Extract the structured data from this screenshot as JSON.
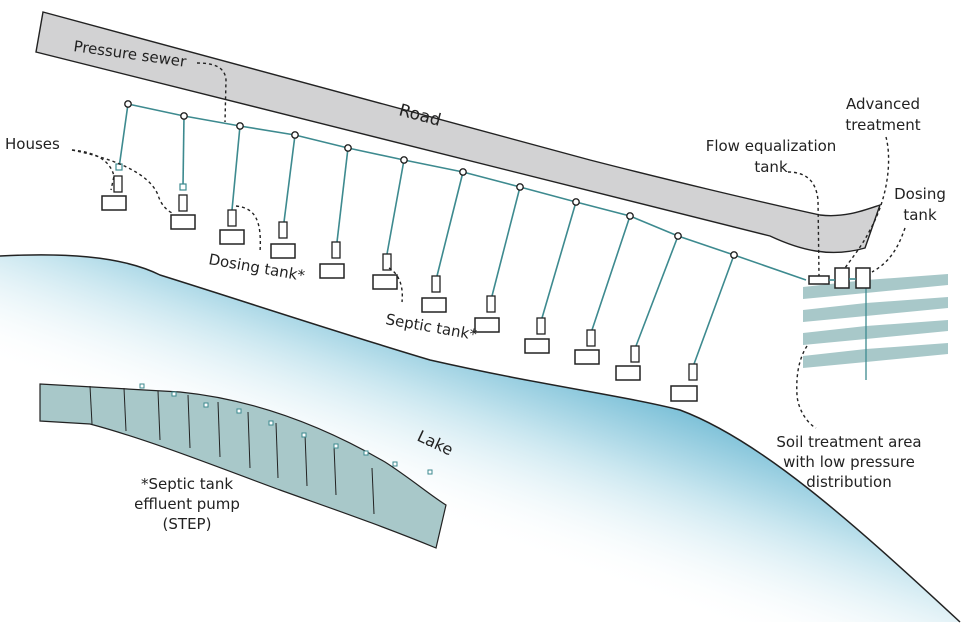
{
  "labels": {
    "road": "Road",
    "pressure_sewer": "Pressure sewer",
    "houses": "Houses",
    "dosing_tank_star": "Dosing tank*",
    "septic_tank_star": "Septic tank*",
    "lake": "Lake",
    "flow_eq_line1": "Flow equalization",
    "flow_eq_line2": "tank",
    "adv_line1": "Advanced",
    "adv_line2": "treatment",
    "dosing_line1": "Dosing",
    "dosing_line2": "tank",
    "soil_line1": "Soil treatment area",
    "soil_line2": "with low pressure",
    "soil_line3": "distribution",
    "step_line1": "*Septic tank",
    "step_line2": "effluent pump",
    "step_line3": "(STEP)"
  },
  "colors": {
    "road_fill": "#d2d2d3",
    "pipe": "#3d8a8f",
    "lake": "#4ba9c6",
    "dock_fill": "#a8c8c9",
    "strip_fill": "#a8c8c9",
    "line": "#222222"
  }
}
